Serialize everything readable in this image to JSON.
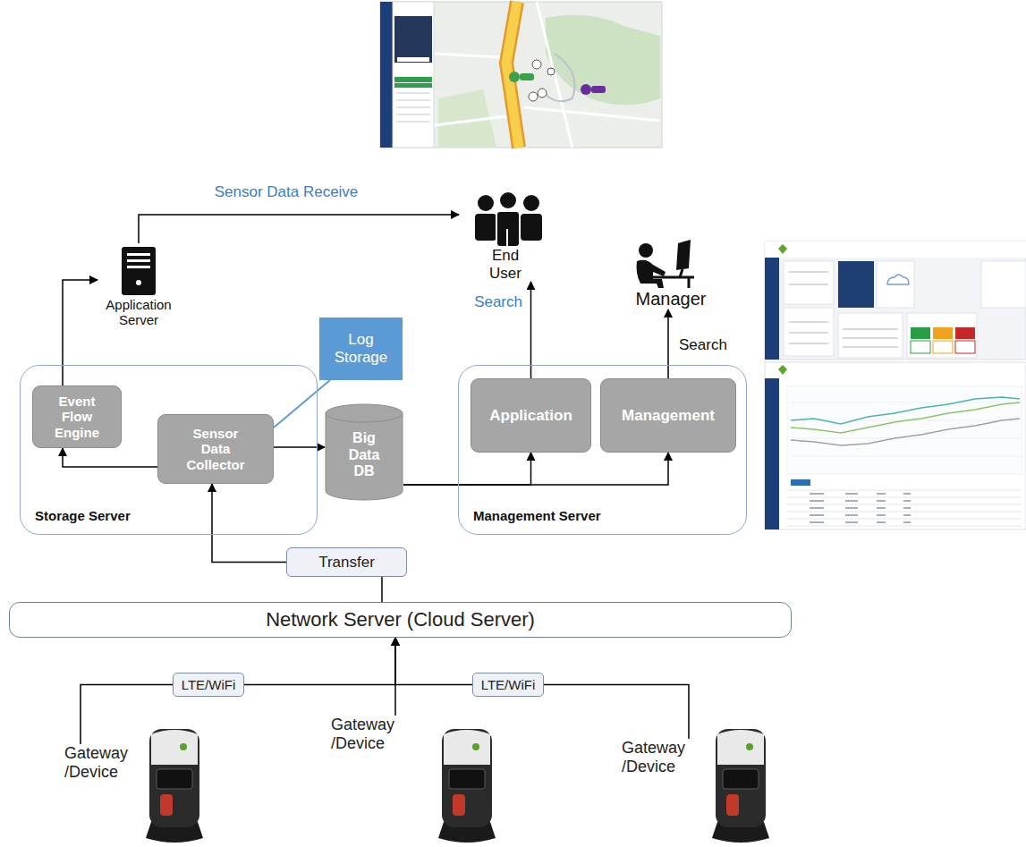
{
  "diagram": {
    "nodes": [
      {
        "text": [
          "End User"
        ]
      },
      {
        "text": [
          "Manager"
        ]
      },
      {
        "text": [
          "Application Server"
        ]
      },
      {
        "text": [
          "Log Storage"
        ]
      },
      {
        "text": [
          "Storage Server"
        ]
      },
      {
        "text": [
          "Event Flow Engine"
        ],
        "in": 4
      },
      {
        "text": [
          "Sensor Data Collector"
        ],
        "in": 4
      },
      {
        "text": [
          "Big Data DB"
        ]
      },
      {
        "text": [
          "Management Server"
        ]
      },
      {
        "text": [
          "Application"
        ],
        "in": 8
      },
      {
        "text": [
          "Management"
        ],
        "in": 8
      },
      {
        "text": [
          "Transfer"
        ]
      },
      {
        "text": [
          "Network Server (Cloud Server)"
        ]
      },
      {
        "text": [
          "LTE/WiFi"
        ]
      },
      {
        "text": [
          "LTE/WiFi"
        ]
      },
      {
        "text": [
          "Gateway /Device"
        ]
      },
      {
        "text": [
          "Gateway /Device"
        ]
      },
      {
        "text": [
          "Gateway /Device"
        ]
      }
    ],
    "edges": [
      {
        "from": 2,
        "to": 0,
        "arrow": "to",
        "label": "Sensor Data Receive"
      },
      {
        "from": 5,
        "to": 2,
        "arrow": "to"
      },
      {
        "from": 6,
        "to": 5,
        "arrow": "to"
      },
      {
        "from": 6,
        "to": 7,
        "arrow": "to"
      },
      {
        "from": 6,
        "to": 3,
        "arrow": "none"
      },
      {
        "from": 7,
        "to": 9,
        "arrow": "to"
      },
      {
        "from": 7,
        "to": 10,
        "arrow": "to"
      },
      {
        "from": 9,
        "to": 0,
        "arrow": "to",
        "label": "Search"
      },
      {
        "from": 10,
        "to": 1,
        "arrow": "to",
        "label": "Search"
      },
      {
        "from": 11,
        "to": 6,
        "arrow": "to"
      },
      {
        "from": 12,
        "to": 11,
        "arrow": "none"
      },
      {
        "from": 15,
        "to": 13,
        "arrow": "none"
      },
      {
        "from": 13,
        "to": 12,
        "arrow": "to"
      },
      {
        "from": 14,
        "to": 12,
        "arrow": "to"
      },
      {
        "from": 16,
        "to": 12,
        "arrow": "to"
      },
      {
        "from": 17,
        "to": 14,
        "arrow": "none"
      }
    ]
  }
}
